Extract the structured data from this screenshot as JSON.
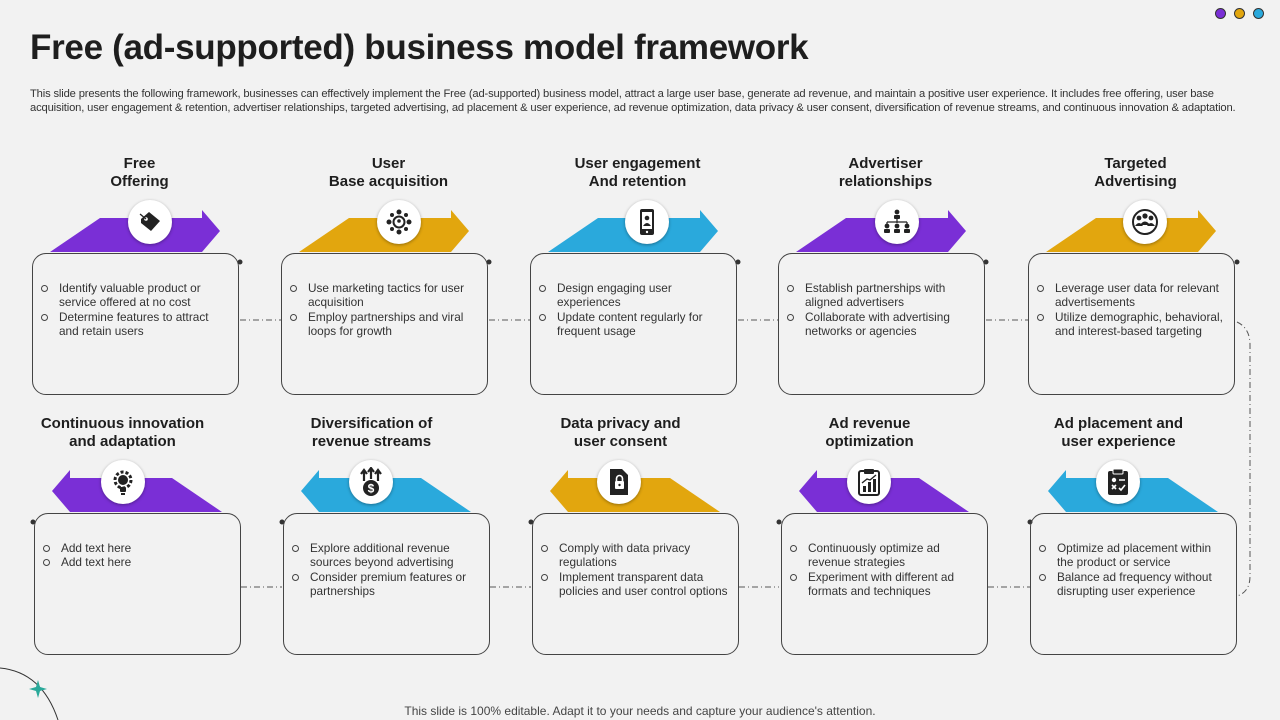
{
  "title": "Free (ad-supported) business model framework",
  "description": "This slide presents the following framework, businesses can effectively implement the Free (ad-supported) business model, attract a large user base, generate ad revenue, and maintain a positive user experience. It includes free offering, user base acquisition, user engagement & retention, advertiser relationships, targeted advertising, ad placement & user experience, ad revenue optimization, data privacy & user consent, diversification of revenue streams, and continuous innovation & adaptation.",
  "colors": {
    "purple": "#7a2fd6",
    "gold": "#e2a60e",
    "blue": "#2aa9dc"
  },
  "stages": [
    {
      "title": [
        "Free",
        "Offering"
      ],
      "icon": "price-tag-icon",
      "color": "#7a2fd6",
      "bullets": [
        "Identify valuable product or service offered at no cost",
        "Determine features to attract and retain users"
      ]
    },
    {
      "title": [
        "User",
        "Base acquisition"
      ],
      "icon": "user-network-icon",
      "color": "#e2a60e",
      "bullets": [
        "Use marketing tactics for user acquisition",
        "Employ partnerships and viral loops for growth"
      ]
    },
    {
      "title": [
        "User engagement",
        "And retention"
      ],
      "icon": "mobile-user-icon",
      "color": "#2aa9dc",
      "bullets": [
        "Design engaging user experiences",
        "Update content regularly for frequent usage"
      ]
    },
    {
      "title": [
        "Advertiser",
        "relationships"
      ],
      "icon": "people-network-icon",
      "color": "#7a2fd6",
      "bullets": [
        "Establish partnerships with aligned advertisers",
        "Collaborate with advertising networks or agencies"
      ]
    },
    {
      "title": [
        "Targeted",
        "Advertising"
      ],
      "icon": "target-audience-icon",
      "color": "#e2a60e",
      "bullets": [
        "Leverage user data for relevant advertisements",
        "Utilize demographic, behavioral, and interest-based targeting"
      ]
    },
    {
      "title": [
        "Continuous innovation",
        "and adaptation"
      ],
      "icon": "bulb-gear-icon",
      "color": "#7a2fd6",
      "bullets": [
        "Add text here",
        "Add text here"
      ]
    },
    {
      "title": [
        "Diversification of",
        "revenue streams"
      ],
      "icon": "money-arrows-icon",
      "color": "#2aa9dc",
      "bullets": [
        "Explore additional revenue sources beyond advertising",
        "Consider premium features or partnerships"
      ]
    },
    {
      "title": [
        "Data privacy and",
        "user consent"
      ],
      "icon": "lock-document-icon",
      "color": "#e2a60e",
      "bullets": [
        "Comply with data privacy regulations",
        "Implement transparent data policies and user control options"
      ]
    },
    {
      "title": [
        "Ad revenue",
        "optimization"
      ],
      "icon": "clipboard-chart-icon",
      "color": "#7a2fd6",
      "bullets": [
        "Continuously optimize ad revenue strategies",
        "Experiment with different ad formats and techniques"
      ]
    },
    {
      "title": [
        "Ad placement and",
        "user experience"
      ],
      "icon": "clipboard-check-icon",
      "color": "#2aa9dc",
      "bullets": [
        "Optimize ad placement within the product or service",
        "Balance ad frequency without disrupting user experience"
      ]
    }
  ],
  "footer": "This slide is 100% editable. Adapt it to your needs and capture your audience's attention."
}
